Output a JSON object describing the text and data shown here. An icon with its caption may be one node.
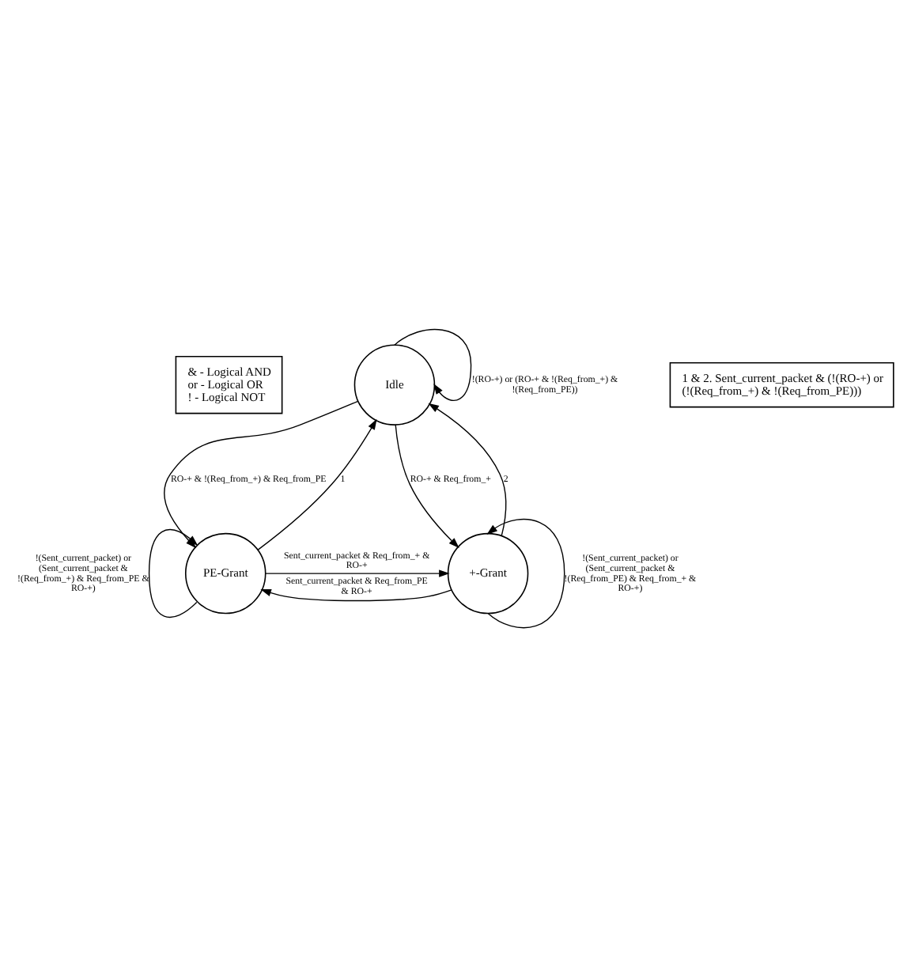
{
  "diagram": {
    "nodes": [
      {
        "text": [
          "& - Logical AND",
          "or - Logical OR",
          "! - Logical NOT"
        ]
      },
      {
        "text": [
          "Idle"
        ]
      },
      {
        "text": [
          "1 & 2. Sent_current_packet & (!(RO-+) or (!(Req_from_+) & !(Req_from_PE)))"
        ]
      },
      {
        "text": [
          "PE-Grant"
        ]
      },
      {
        "text": [
          "+-Grant"
        ]
      }
    ],
    "edges": [
      {
        "from": 1,
        "to": 1,
        "arrow": "to",
        "label": "!(RO-+) or (RO-+ & !(Req_from_+) & !(Req_from_PE))"
      },
      {
        "from": 1,
        "to": 3,
        "arrow": "to",
        "label": "RO-+ & !(Req_from_+) & Req_from_PE"
      },
      {
        "from": 3,
        "to": 1,
        "arrow": "to",
        "label": "1"
      },
      {
        "from": 4,
        "to": 1,
        "arrow": "to",
        "label": "2"
      },
      {
        "from": 1,
        "to": 4,
        "arrow": "to",
        "label": "RO-+ & Req_from_+"
      },
      {
        "from": 4,
        "to": 3,
        "arrow": "to",
        "label": "Sent_current_packet & Req_from_PE & RO-+"
      },
      {
        "from": 3,
        "to": 4,
        "arrow": "to",
        "label": "Sent_current_packet & Req_from_+ & RO-+"
      },
      {
        "from": 3,
        "to": 3,
        "arrow": "to",
        "label": "!(Sent_current_packet) or (Sent_current_packet & !(Req_from_+) & Req_from_PE & RO-+)"
      },
      {
        "from": 4,
        "to": 4,
        "arrow": "to",
        "label": "!(Sent_current_packet) or (Sent_current_packet & !(Req_from_PE) & Req_from_+ & RO-+)"
      }
    ]
  }
}
